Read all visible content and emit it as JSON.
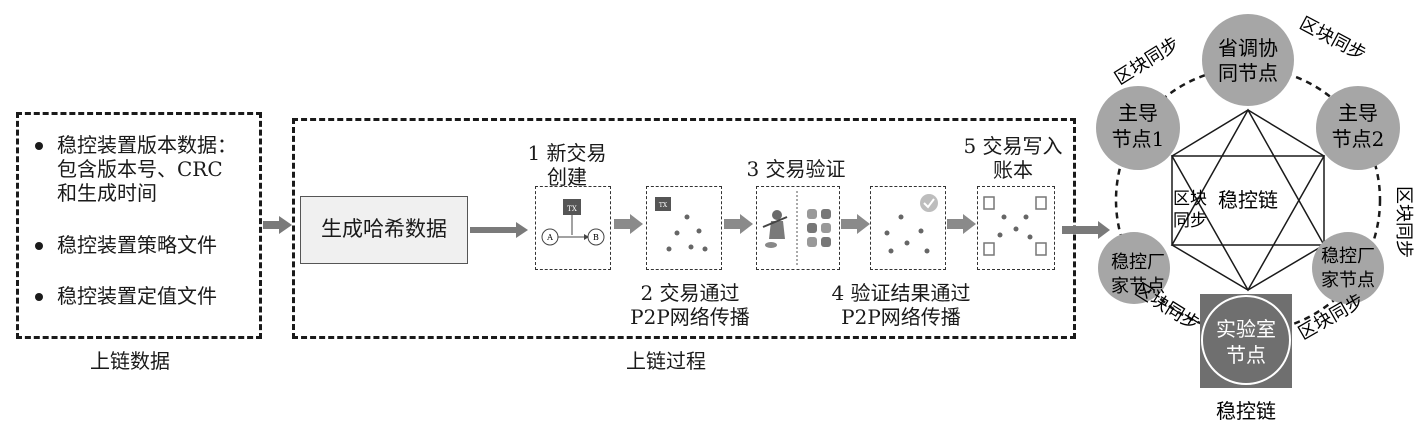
{
  "chain_data": {
    "title": "上链数据",
    "items": [
      [
        "稳控装置版本数据：",
        "包含版本号、CRC",
        "和生成时间"
      ],
      [
        "稳控装置策略文件"
      ],
      [
        "稳控装置定值文件"
      ]
    ]
  },
  "chain_process": {
    "title": "上链过程",
    "hash_box": "生成哈希数据",
    "steps_top": [
      [
        "1 新交易",
        "创建"
      ],
      [
        "3 交易验证"
      ],
      [
        "5 交易写入",
        "账本"
      ]
    ],
    "steps_bottom": [
      [
        "2 交易通过",
        "P2P网络传播"
      ],
      [
        "4 验证结果通过",
        "P2P网络传播"
      ]
    ],
    "tx_label": "TX",
    "node_a": "A",
    "node_b": "B"
  },
  "network": {
    "caption": "稳控链",
    "center_label": "稳控链",
    "nodes": {
      "top": [
        "省调协",
        "同节点"
      ],
      "left_upper": [
        "主导",
        "节点1"
      ],
      "right_upper": [
        "主导",
        "节点2"
      ],
      "left_lower": [
        "稳控厂",
        "家节点"
      ],
      "right_lower": [
        "稳控厂",
        "家节点"
      ],
      "bottom": [
        "实验室",
        "节点"
      ]
    },
    "sync_labels": {
      "upper_left": "区块同步",
      "upper_right": "区块同步",
      "inner_left": [
        "区块",
        "同步"
      ],
      "right_side": "区块同步",
      "lower_left": "区块同步",
      "lower_right": "区块同步"
    },
    "colors": {
      "node_fill": "#a6a6a6",
      "lab_fill": "#6f6f6f",
      "arrow": "#7a7a7a"
    }
  }
}
